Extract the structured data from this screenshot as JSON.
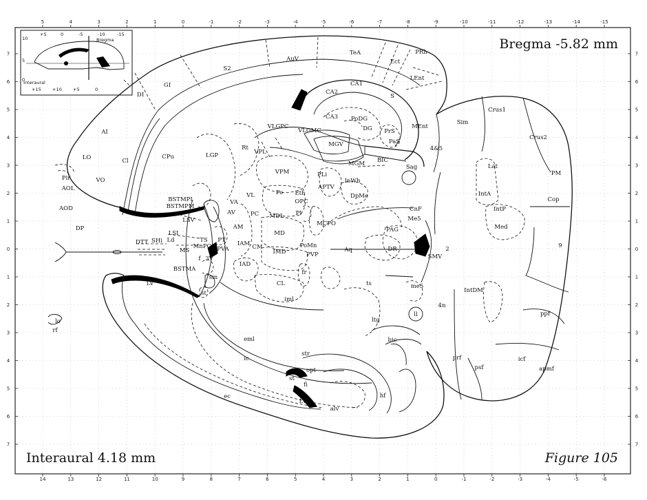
{
  "header": {
    "bregma": "Bregma -5.82 mm"
  },
  "footer": {
    "interaural": "Interaural 4.18 mm",
    "figure": "Figure 105"
  },
  "inset": {
    "bregma_label": "Bregma",
    "interaural_label": "Interaural",
    "top_ticks": [
      "+5",
      "0",
      "-5",
      "-10",
      "-15"
    ],
    "bottom_ticks": [
      "+15",
      "+10",
      "+5",
      "0"
    ],
    "left_ticks": [
      "10",
      "5",
      "0"
    ]
  },
  "axes": {
    "top": [
      "5",
      "4",
      "3",
      "2",
      "1",
      "0",
      "-1",
      "-2",
      "-3",
      "-4",
      "-5",
      "-6",
      "-7",
      "-8",
      "-9",
      "-10",
      "-11",
      "-12",
      "-13",
      "-14",
      "-15"
    ],
    "bottom": [
      "14",
      "13",
      "12",
      "11",
      "10",
      "9",
      "8",
      "7",
      "6",
      "5",
      "4",
      "3",
      "2",
      "1",
      "0",
      "-1",
      "-2",
      "-3",
      "-4",
      "-5",
      "-6"
    ],
    "side": [
      "7",
      "6",
      "5",
      "4",
      "3",
      "2",
      "1",
      "0",
      "1",
      "2",
      "3",
      "4",
      "5",
      "6",
      "7"
    ]
  },
  "regions": {
    "AuV": "AuV",
    "TeA": "TeA",
    "PRh": "PRh",
    "Ect": "Ect",
    "LEnt": "LEnt",
    "S2": "S2",
    "GI": "GI",
    "DI": "DI",
    "AI": "AI",
    "LO": "LO",
    "VO": "VO",
    "Pir": "Pir",
    "AOL": "AOL",
    "AOD": "AOD",
    "DP": "DP",
    "Cl": "Cl",
    "CPu": "CPu",
    "CA1": "CA1",
    "CA2": "CA2",
    "CA3": "CA3",
    "PoDG": "PoDG",
    "DG": "DG",
    "S": "S",
    "PrS": "PrS",
    "PaS": "PaS",
    "MEnt": "MEnt",
    "VLGPC": "VLGPC",
    "VLGMC": "VLGMC",
    "MGV": "MGV",
    "MGM": "MGM",
    "BIC": "BIC",
    "Sag": "Sag",
    "Rt": "Rt",
    "VPL": "VPL",
    "LGP": "LGP",
    "VPM": "VPM",
    "PLi": "PLi",
    "InWh": "InWh",
    "APTV": "APTV",
    "DpMe": "DpMe",
    "Po": "Po",
    "Eth": "Eth",
    "VL": "VL",
    "OPC": "OPC",
    "PI": "PI",
    "CnF": "CnF",
    "Me5": "Me5",
    "MDL": "MDL",
    "MCPO": "MCPO",
    "PAG": "PAG",
    "BSTMPI": "BSTMPI",
    "BSTMPM": "BSTMPM",
    "VA": "VA",
    "AV": "AV",
    "PC": "PC",
    "AM": "AM",
    "MD": "MD",
    "LSV": "LSV",
    "LSI": "LSI",
    "Ld": "Ld",
    "DTT": "DTT",
    "SHi": "SHi",
    "TS": "TS",
    "PT": "PT",
    "MnPO": "MnPO",
    "PVA": "PVA",
    "IAM": "IAM",
    "CM": "CM",
    "PoMn": "PoMn",
    "Aq": "Aq",
    "DR": "DR",
    "MS": "MS",
    "f": "f",
    "3V": "3V",
    "IMD": "IMD",
    "PVP": "PVP",
    "SMV": "SMV",
    "BSTMA": "BSTMA",
    "IAD": "IAD",
    "sm": "sm",
    "fr": "fr",
    "LV": "LV",
    "st": "st",
    "CL": "CL",
    "ts": "ts",
    "me5": "me5",
    "iml": "iml",
    "4n": "4n",
    "ll": "ll",
    "ltg": "ltg",
    "lo": "lo",
    "rf": "rf",
    "eml": "eml",
    "bic": "bic",
    "ic": "ic",
    "str": "str",
    "opt": "opt",
    "fi": "fi",
    "hf": "hf",
    "ec": "ec",
    "alv": "alv",
    "Sim": "Sim",
    "Crus1": "Crus1",
    "Crus2": "Crus2",
    "4&5": "4&5",
    "Lat": "Lat",
    "PM": "PM",
    "IntA": "IntA",
    "Cop": "Cop",
    "IntP": "IntP",
    "Med": "Med",
    "9": "9",
    "2": "2",
    "IntDM": "IntDM",
    "ppf": "ppf",
    "prf": "prf",
    "psf": "psf",
    "icf": "icf",
    "apmf": "apmf"
  }
}
